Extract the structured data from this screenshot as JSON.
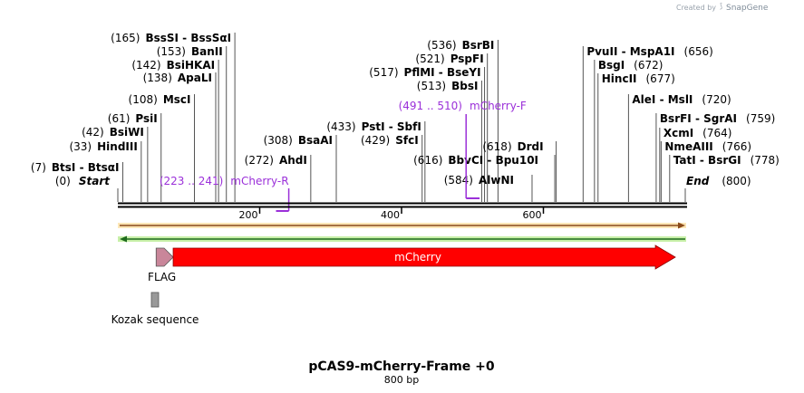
{
  "credit": {
    "prefix": "Created by",
    "brand": "SnapGene"
  },
  "sequence": {
    "title": "pCAS9-mCherry-Frame +0",
    "length_label": "800 bp",
    "length": 800
  },
  "ends": {
    "start": {
      "num": "(0)",
      "name": "Start",
      "pos": 0
    },
    "end": {
      "name": "End",
      "num": "(800)",
      "pos": 800
    }
  },
  "sites": [
    {
      "num": "(7)",
      "name": "BtsI - BtsαI",
      "pos": 7,
      "side": "L"
    },
    {
      "num": "(33)",
      "name": "HindIII",
      "pos": 33,
      "side": "L"
    },
    {
      "num": "(42)",
      "name": "BsiWI",
      "pos": 42,
      "side": "L"
    },
    {
      "num": "(61)",
      "name": "PsiI",
      "pos": 61,
      "side": "L"
    },
    {
      "num": "(108)",
      "name": "MscI",
      "pos": 108,
      "side": "L"
    },
    {
      "num": "(138)",
      "name": "ApaLI",
      "pos": 138,
      "side": "L"
    },
    {
      "num": "(142)",
      "name": "BsiHKAI",
      "pos": 142,
      "side": "L"
    },
    {
      "num": "(153)",
      "name": "BanII",
      "pos": 153,
      "side": "L"
    },
    {
      "num": "(165)",
      "name": "BssSI - BssSαI",
      "pos": 165,
      "side": "L"
    },
    {
      "num": "(272)",
      "name": "AhdI",
      "pos": 272,
      "side": "L"
    },
    {
      "num": "(308)",
      "name": "BsaAI",
      "pos": 308,
      "side": "L"
    },
    {
      "num": "(429)",
      "name": "SfcI",
      "pos": 429,
      "side": "L"
    },
    {
      "num": "(433)",
      "name": "PstI - SbfI",
      "pos": 433,
      "side": "L"
    },
    {
      "num": "(513)",
      "name": "BbsI",
      "pos": 513,
      "side": "L"
    },
    {
      "num": "(517)",
      "name": "PflMI - BseYI",
      "pos": 517,
      "side": "L"
    },
    {
      "num": "(521)",
      "name": "PspFI",
      "pos": 521,
      "side": "L"
    },
    {
      "num": "(536)",
      "name": "BsrBI",
      "pos": 536,
      "side": "L"
    },
    {
      "num": "(584)",
      "name": "AlwNI",
      "pos": 584,
      "side": "L"
    },
    {
      "num": "(616)",
      "name": "BbvCI - Bpu10I",
      "pos": 616,
      "side": "L"
    },
    {
      "num": "(618)",
      "name": "DrdI",
      "pos": 618,
      "side": "L"
    },
    {
      "num": "(656)",
      "name": "PvuII - MspA1I",
      "pos": 656,
      "side": "R"
    },
    {
      "num": "(672)",
      "name": "BsgI",
      "pos": 672,
      "side": "R"
    },
    {
      "num": "(677)",
      "name": "HincII",
      "pos": 677,
      "side": "R"
    },
    {
      "num": "(720)",
      "name": "AleI - MslI",
      "pos": 720,
      "side": "R"
    },
    {
      "num": "(759)",
      "name": "BsrFI - SgrAI",
      "pos": 759,
      "side": "R"
    },
    {
      "num": "(764)",
      "name": "XcmI",
      "pos": 764,
      "side": "R"
    },
    {
      "num": "(766)",
      "name": "NmeAIII",
      "pos": 766,
      "side": "R"
    },
    {
      "num": "(778)",
      "name": "TatI - BsrGI",
      "pos": 778,
      "side": "R"
    }
  ],
  "primers": [
    {
      "range": "(223 .. 241)",
      "name": "mCherry-R",
      "start": 223,
      "end": 241,
      "dir": "reverse"
    },
    {
      "range": "(491 .. 510)",
      "name": "mCherry-F",
      "start": 491,
      "end": 510,
      "dir": "forward"
    }
  ],
  "ruler": {
    "ticks": [
      {
        "label": "200",
        "pos": 200
      },
      {
        "label": "400",
        "pos": 400
      },
      {
        "label": "600",
        "pos": 600
      }
    ]
  },
  "features": [
    {
      "name": "FLAG",
      "start": 54,
      "end": 78,
      "color": "#c9869a",
      "dir": "forward"
    },
    {
      "name": "mCherry",
      "start": 78,
      "end": 786,
      "color": "#ff0000",
      "dir": "forward"
    },
    {
      "name": "Kozak sequence",
      "start": 46,
      "end": 56,
      "color": "#999999",
      "dir": "none"
    }
  ],
  "colors": {
    "orf_forward": "#f5a623",
    "orf_reverse": "#2e9e2e",
    "primer": "#9b30d9"
  }
}
